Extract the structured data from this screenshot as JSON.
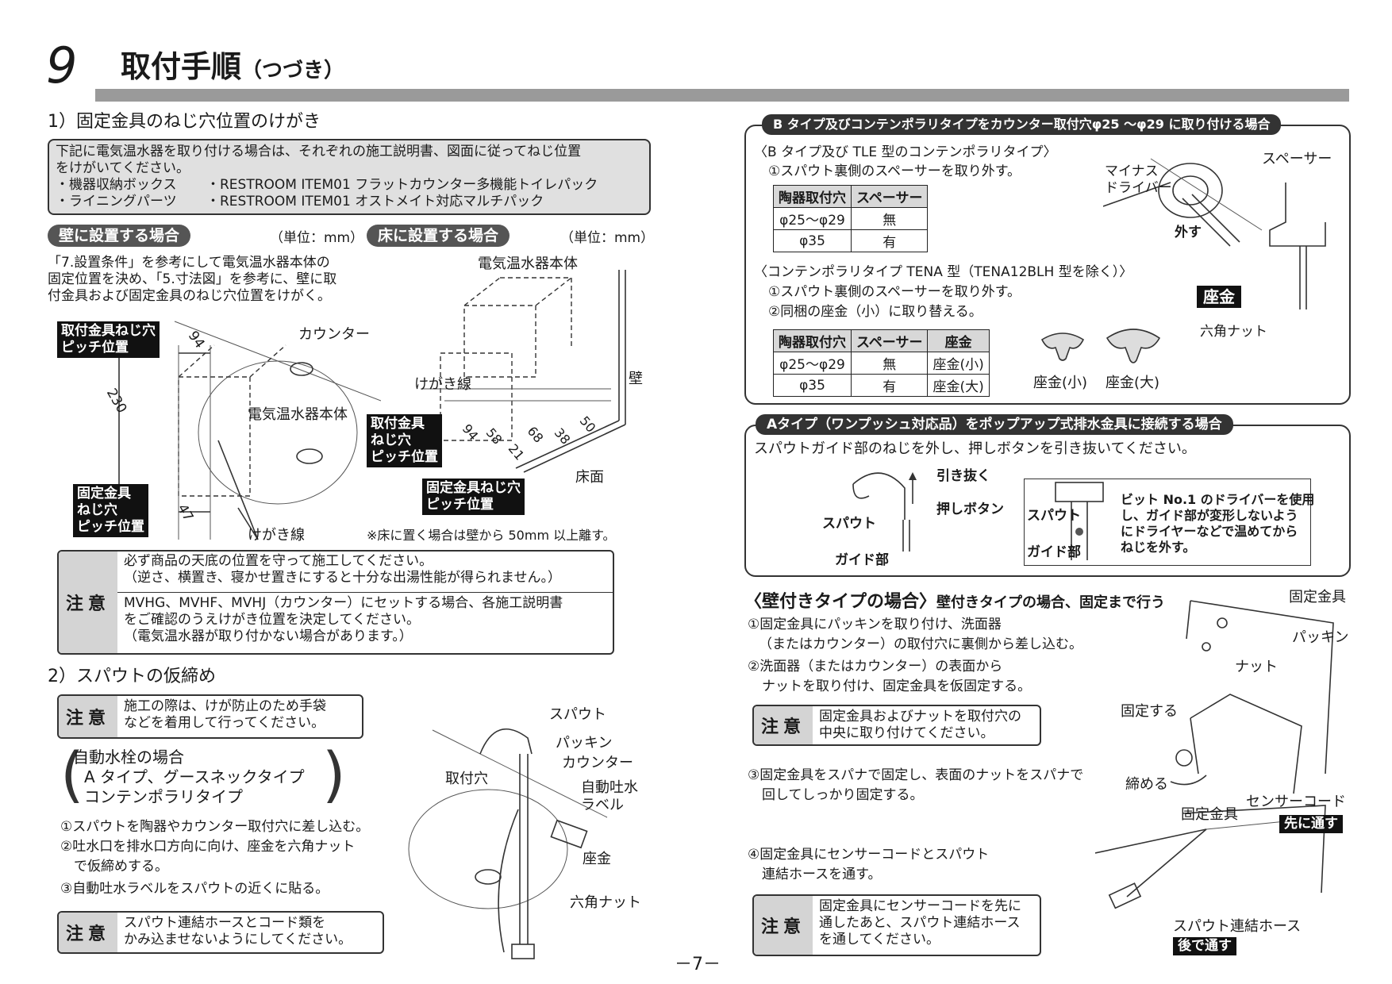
{
  "header": {
    "section_number": "9",
    "title": "取付手順",
    "title_suffix": "（つづき）"
  },
  "sec1": {
    "heading": "1）固定金具のねじ穴位置のけがき",
    "intro_line1": "下記に電気温水器を取り付ける場合は、それぞれの施工説明書、図面に従ってねじ位置",
    "intro_line2": "をけがいてください。",
    "list": [
      {
        "a": "・機器収納ボックス",
        "b": "・RESTROOM ITEM01 フラットカウンター多機能トイレパック"
      },
      {
        "a": "・ライニングパーツ",
        "b": "・RESTROOM ITEM01 オストメイト対応マルチパック"
      }
    ],
    "wall_pill": "壁に設置する場合",
    "wall_unit": "（単位：mm）",
    "floor_pill": "床に設置する場合",
    "floor_unit": "（単位：mm）",
    "wall_desc": [
      "「7.設置条件」を参考にして電気温水器本体の",
      "固定位置を決め、「5.寸法図」を参考に、壁に取",
      "付金具および固定金具のねじ穴位置をけがく。"
    ],
    "wall_fig": {
      "pitch_label": [
        "取付金具ねじ穴",
        "ピッチ位置"
      ],
      "counter": "カウンター",
      "body": "電気温水器本体",
      "fix_label": [
        "固定金具",
        "ねじ穴",
        "ピッチ位置"
      ],
      "kegaki": "けがき線",
      "dim_94": "94",
      "dim_230": "230",
      "dim_47": "47"
    },
    "floor_fig": {
      "body": "電気温水器本体",
      "kegaki": "けがき線",
      "wall": "壁",
      "floor": "床面",
      "mount_label": [
        "取付金具",
        "ねじ穴",
        "ピッチ位置"
      ],
      "fix_label": [
        "固定金具ねじ穴",
        "ピッチ位置"
      ],
      "dims": [
        "94",
        "58",
        "21",
        "68",
        "38",
        "50"
      ],
      "note": "※床に置く場合は壁から 50mm 以上離す。"
    },
    "caution": {
      "label": "注意",
      "item1": [
        "必ず商品の天底の位置を守って施工してください。",
        "（逆さ、横置き、寝かせ置きにすると十分な出湯性能が得られません。）"
      ],
      "item2": [
        "MVHG、MVHF、MVHJ（カウンター）にセットする場合、各施工説明書",
        "をご確認のうえけがき位置を決定してください。",
        "（電気温水器が取り付かない場合があります。）"
      ]
    }
  },
  "sec2": {
    "heading": "2）スパウトの仮締め",
    "caution1": {
      "label": "注意",
      "lines": [
        "施工の際は、けが防止のため手袋",
        "などを着用して行ってください。"
      ]
    },
    "bracket": [
      "自動水栓の場合",
      "A タイプ、グースネックタイプ",
      "コンテンポラリタイプ"
    ],
    "steps": [
      "①スパウトを陶器やカウンター取付穴に差し込む。",
      "②吐水口を排水口方向に向け、座金を六角ナット",
      "　で仮締めする。",
      "③自動吐水ラベルをスパウトの近くに貼る。"
    ],
    "fig": {
      "spout": "スパウト",
      "packing": "パッキン",
      "counter": "カウンター",
      "hole": "取付穴",
      "label": [
        "自動吐水",
        "ラベル"
      ],
      "washer": "座金",
      "nut": "六角ナット"
    },
    "caution2": {
      "label": "注意",
      "lines": [
        "スパウト連結ホースとコード類を",
        "かみ込ませないようにしてください。"
      ]
    }
  },
  "panelB": {
    "title": "B タイプ及びコンテンポラリタイプをカウンター取付穴φ25 ～φ29 に取り付ける場合",
    "sub1": "〈B タイプ及び TLE 型のコンテンポラリタイプ〉",
    "step1": "①スパウト裏側のスペーサーを取り外す。",
    "table1": {
      "headers": [
        "陶器取付穴",
        "スペーサー"
      ],
      "rows": [
        [
          "φ25～φ29",
          "無"
        ],
        [
          "φ35",
          "有"
        ]
      ]
    },
    "sub2": "〈コンテンポラリタイプ TENA 型（TENA12BLH 型を除く）〉",
    "step2a": "①スパウト裏側のスペーサーを取り外す。",
    "step2b": "②同梱の座金（小）に取り替える。",
    "table2": {
      "headers": [
        "陶器取付穴",
        "スペーサー",
        "座金"
      ],
      "rows": [
        [
          "φ25～φ29",
          "無",
          "座金(小)"
        ],
        [
          "φ35",
          "有",
          "座金(大)"
        ]
      ]
    },
    "washer_small": "座金(小)",
    "washer_large": "座金(大)",
    "fig": {
      "driver": [
        "マイナス",
        "ドライバー"
      ],
      "spacer": "スペーサー",
      "remove": "外す",
      "washer": "座金",
      "nut": "六角ナット"
    }
  },
  "panelA": {
    "title": "Aタイプ（ワンプッシュ対応品）をポップアップ式排水金具に接続する場合",
    "desc": "スパウトガイド部のねじを外し、押しボタンを引き抜いてください。",
    "fig": {
      "pull": "引き抜く",
      "button": "押しボタン",
      "spout": "スパウト",
      "guide": "ガイド部",
      "spout2": "スパウト",
      "guide2": "ガイド部"
    },
    "note": [
      "ビット No.1 のドライバーを使用",
      "し、ガイド部が変形しないよう",
      "にドライヤーなどで温めてから",
      "ねじを外す。"
    ]
  },
  "wallType": {
    "heading": "〈壁付きタイプの場合〉",
    "heading_sub": "壁付きタイプの場合、固定まで行う",
    "step1": [
      "①固定金具にパッキンを取り付け、洗面器",
      "（またはカウンター）の取付穴に裏側から差し込む。"
    ],
    "step2": [
      "②洗面器（またはカウンター）の表面から",
      "ナットを取り付け、固定金具を仮固定する。"
    ],
    "caution1": {
      "label": "注意",
      "lines": [
        "固定金具およびナットを取付穴の",
        "中央に取り付けてください。"
      ]
    },
    "step3": [
      "③固定金具をスパナで固定し、表面のナットをスパナで",
      "回してしっかり固定する。"
    ],
    "step4": [
      "④固定金具にセンサーコードとスパウト",
      "連結ホースを通す。"
    ],
    "caution2": {
      "label": "注意",
      "lines": [
        "固定金具にセンサーコードを先に",
        "通したあと、スパウト連結ホース",
        "を通してください。"
      ]
    },
    "fig": {
      "fix": "固定金具",
      "packing": "パッキン",
      "nut": "ナット",
      "fixing": "固定する",
      "tighten": "締める",
      "fix2": "固定金具",
      "sensor": "センサーコード",
      "first": "先に通す",
      "hose": "スパウト連結ホース",
      "after": "後で通す"
    }
  },
  "page_number": "－7－"
}
